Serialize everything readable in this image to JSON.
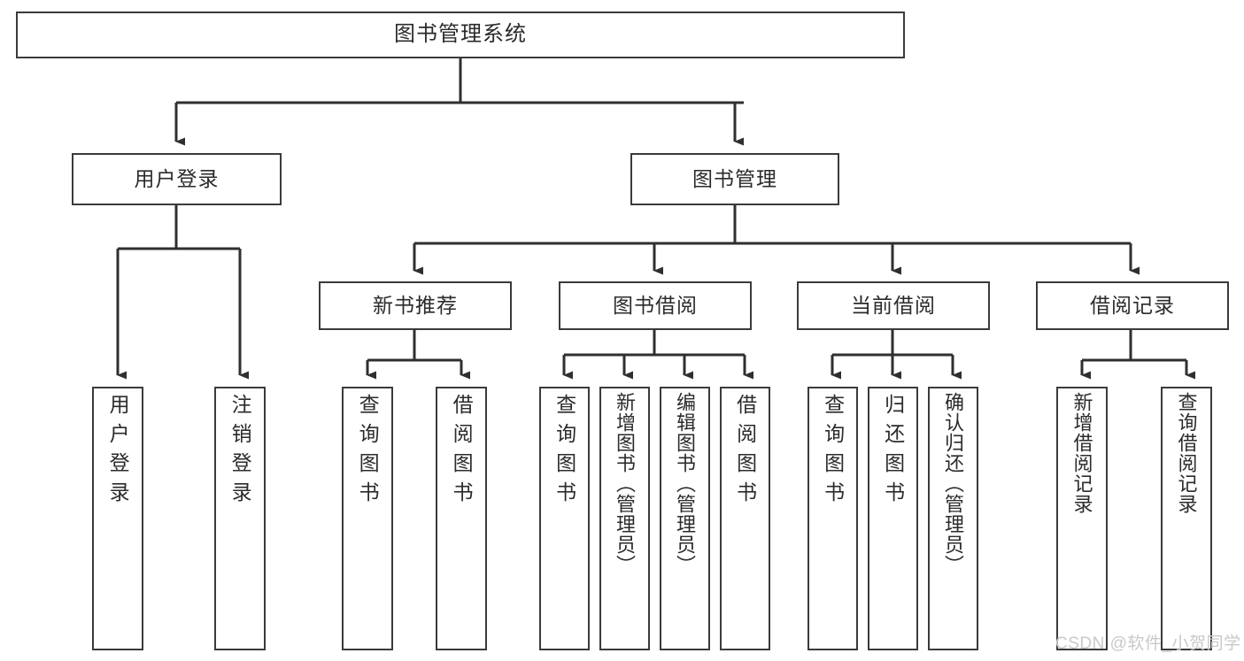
{
  "diagram": {
    "title": "图书管理系统",
    "type": "tree-functional-structure",
    "root": {
      "label": "图书管理系统"
    },
    "level2": [
      {
        "label": "用户登录"
      },
      {
        "label": "图书管理"
      }
    ],
    "level3": [
      {
        "label": "新书推荐"
      },
      {
        "label": "图书借阅"
      },
      {
        "label": "当前借阅"
      },
      {
        "label": "借阅记录"
      }
    ],
    "leaves": {
      "user_login": [
        {
          "label": "用户登录"
        },
        {
          "label": "注销登录"
        }
      ],
      "new_book_recommend": [
        {
          "label": "查询图书"
        },
        {
          "label": "借阅图书"
        }
      ],
      "book_borrow": [
        {
          "label": "查询图书"
        },
        {
          "label": "新增图书（管理员）"
        },
        {
          "label": "编辑图书（管理员）"
        },
        {
          "label": "借阅图书"
        }
      ],
      "current_borrow": [
        {
          "label": "查询图书"
        },
        {
          "label": "归还图书"
        },
        {
          "label": "确认归还（管理员）"
        }
      ],
      "borrow_record": [
        {
          "label": "新增借阅记录"
        },
        {
          "label": "查询借阅记录"
        }
      ]
    }
  },
  "watermark": {
    "text": "CSDN @软件_小贺同学"
  },
  "colors": {
    "border": "#3b3b3b",
    "text": "#2b2b2b",
    "background": "#ffffff",
    "connector": "#2f2f2f",
    "watermark": "#c9c9c9"
  }
}
